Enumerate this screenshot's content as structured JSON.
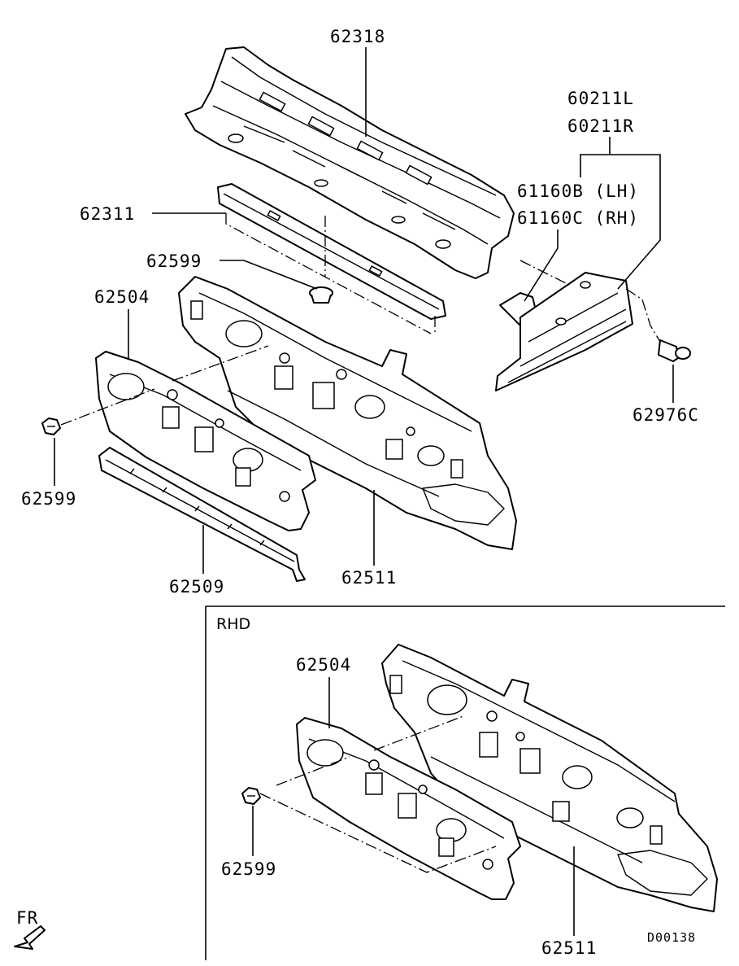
{
  "labels": {
    "p62318": "62318",
    "p60211L": "60211L",
    "p60211R": "60211R",
    "p61160B": "61160B (LH)",
    "p61160C": "61160C (RH)",
    "p62311": "62311",
    "p62599_top": "62599",
    "p62504_top": "62504",
    "p62599_left": "62599",
    "p62976C": "62976C",
    "p62509": "62509",
    "p62511_top": "62511",
    "rhd": "RHD",
    "p62504_rhd": "62504",
    "p62599_rhd": "62599",
    "p62511_rhd": "62511",
    "fr": "FR",
    "drawing_id": "D00138"
  }
}
